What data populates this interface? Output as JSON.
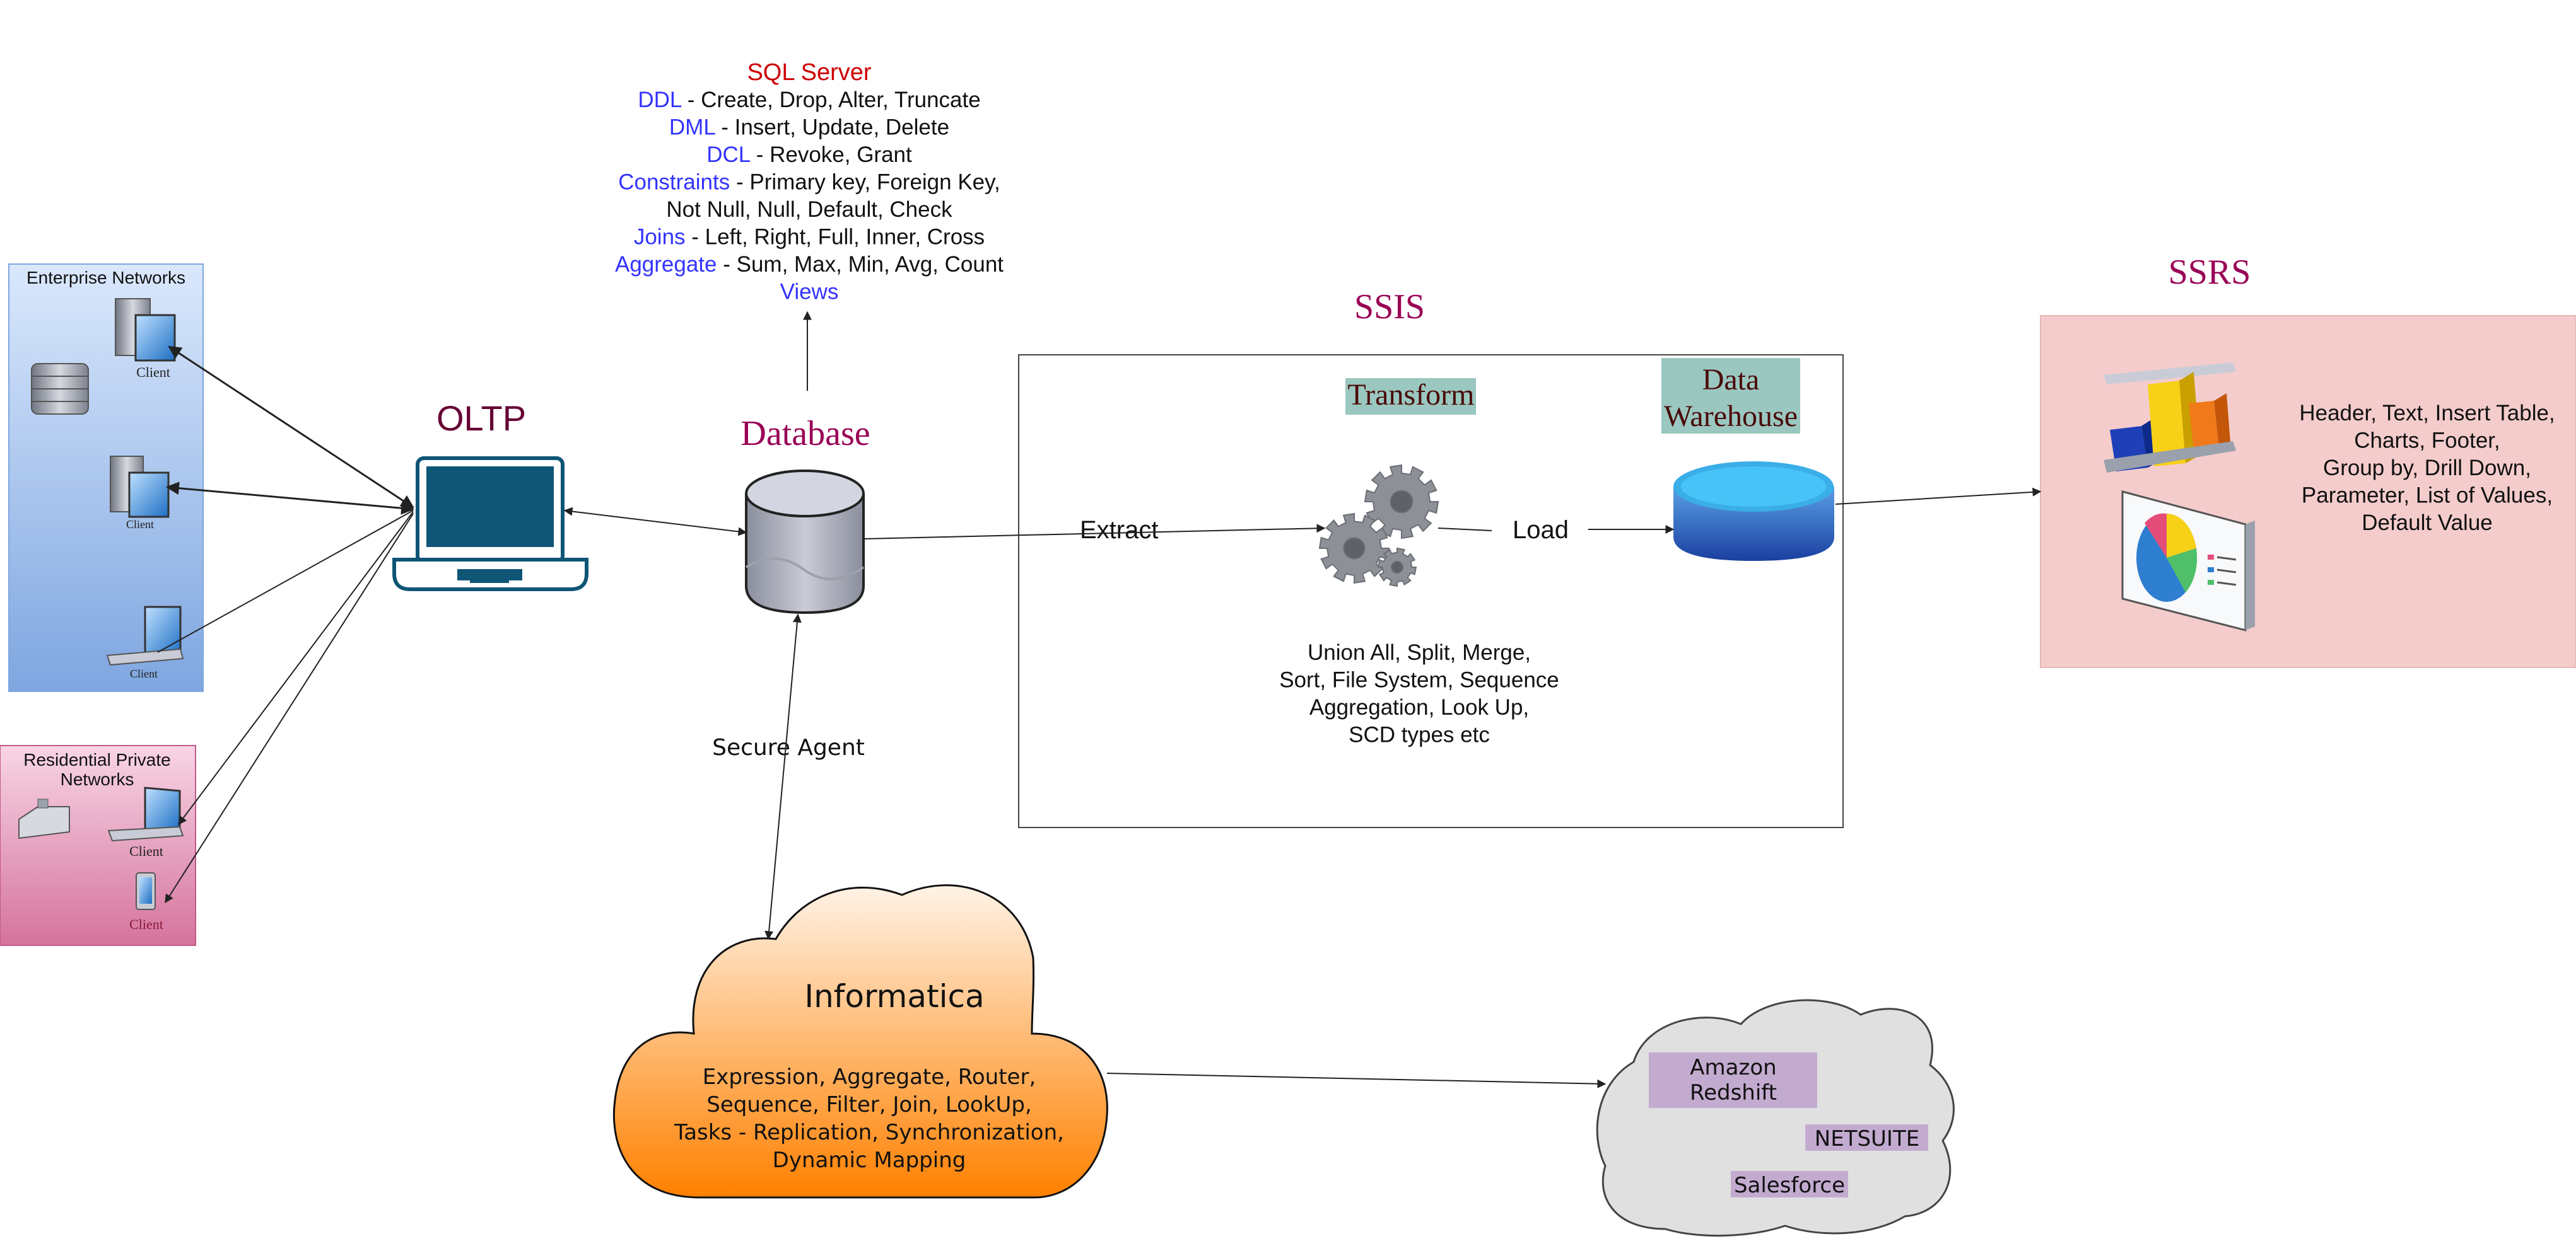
{
  "sql_server": {
    "title": "SQL Server",
    "lines": [
      {
        "key": "DDL",
        "rest": " - Create, Drop, Alter, Truncate"
      },
      {
        "key": "DML",
        "rest": " - Insert, Update, Delete"
      },
      {
        "key": "DCL",
        "rest": " - Revoke, Grant"
      },
      {
        "key": "Constraints",
        "rest": " - Primary key, Foreign Key,"
      },
      {
        "key": "",
        "rest": "Not Null, Null, Default, Check"
      },
      {
        "key": "Joins",
        "rest": " - Left, Right, Full, Inner, Cross"
      },
      {
        "key": "Aggregate",
        "rest": " - Sum, Max, Min, Avg, Count"
      },
      {
        "key": "Views",
        "rest": ""
      }
    ]
  },
  "enterprise": {
    "title": "Enterprise Networks",
    "client1": "Client",
    "client2": "Client",
    "client3": "Client"
  },
  "residential": {
    "title_line1": "Residential Private",
    "title_line2": "Networks",
    "client1": "Client",
    "client2": "Client"
  },
  "oltp": {
    "label": "OLTP"
  },
  "database": {
    "label": "Database"
  },
  "secure_agent": {
    "label": "Secure Agent"
  },
  "ssis": {
    "label": "SSIS",
    "extract": "Extract",
    "transform": "Transform",
    "load": "Load",
    "dw_line1": "Data",
    "dw_line2": "Warehouse",
    "notes": [
      "Union All, Split, Merge,",
      "Sort, File System, Sequence",
      "Aggregation, Look Up,",
      "SCD types etc"
    ]
  },
  "ssrs": {
    "label": "SSRS",
    "notes": [
      "Header, Text, Insert Table,",
      "Charts, Footer,",
      "Group by, Drill Down,",
      "Parameter, List of Values,",
      "Default Value"
    ]
  },
  "informatica": {
    "title": "Informatica",
    "notes": [
      "Expression, Aggregate, Router,",
      "Sequence, Filter, Join, LookUp,",
      "Tasks - Replication, Synchronization,",
      "Dynamic Mapping"
    ]
  },
  "targets": {
    "amazon_line1": "Amazon",
    "amazon_line2": "Redshift",
    "netsuite": "NETSUITE",
    "salesforce": "Salesforce"
  },
  "colors": {
    "sql_red": "#cc0000",
    "keyword_blue": "#3333ff",
    "title_maroon": "#990055",
    "oltp_maroon": "#660033",
    "label_green_bg": "#9ac7bf",
    "ssrs_bg": "#f4cccc",
    "enterprise_bg": "#a9c4eb",
    "residential_bg": "#e6a0c4",
    "informatica_orange": "#ff8000",
    "cloud_grey": "#e0e0e0",
    "target_purple": "#c3abd0"
  }
}
